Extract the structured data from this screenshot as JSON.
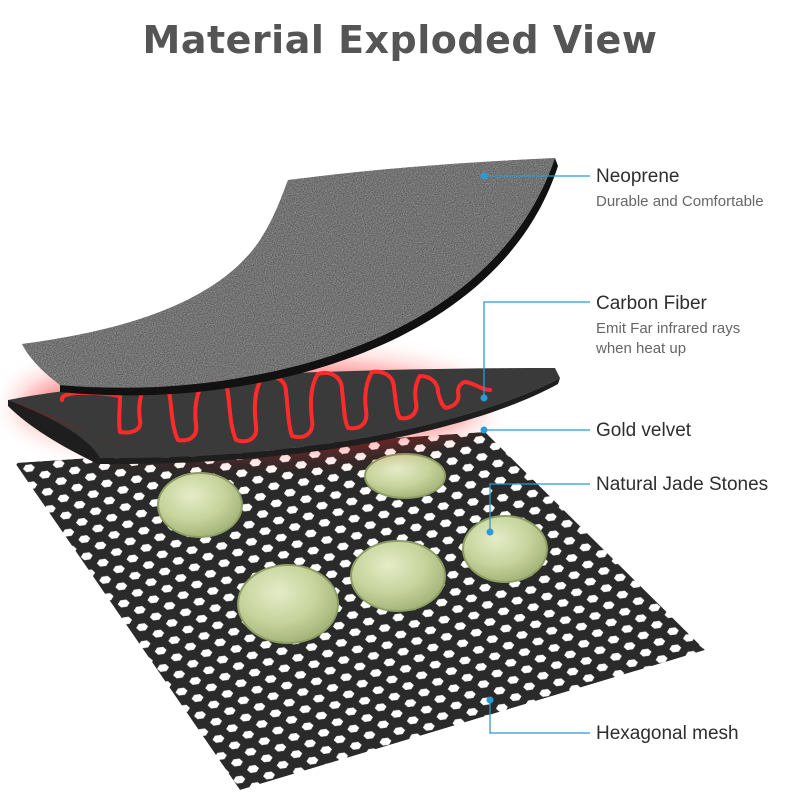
{
  "title": "Material Exploded View",
  "accent_color": "#2b9ad6",
  "layers": [
    {
      "id": "neoprene",
      "name": "Neoprene",
      "desc": [
        "Durable and Comfortable"
      ]
    },
    {
      "id": "carbon",
      "name": "Carbon Fiber",
      "desc": [
        "Emit Far infrared rays",
        "when heat up"
      ]
    },
    {
      "id": "velvet",
      "name": "Gold velvet",
      "desc": []
    },
    {
      "id": "jade",
      "name": "Natural Jade Stones",
      "desc": []
    },
    {
      "id": "mesh",
      "name": "Hexagonal mesh",
      "desc": []
    }
  ]
}
